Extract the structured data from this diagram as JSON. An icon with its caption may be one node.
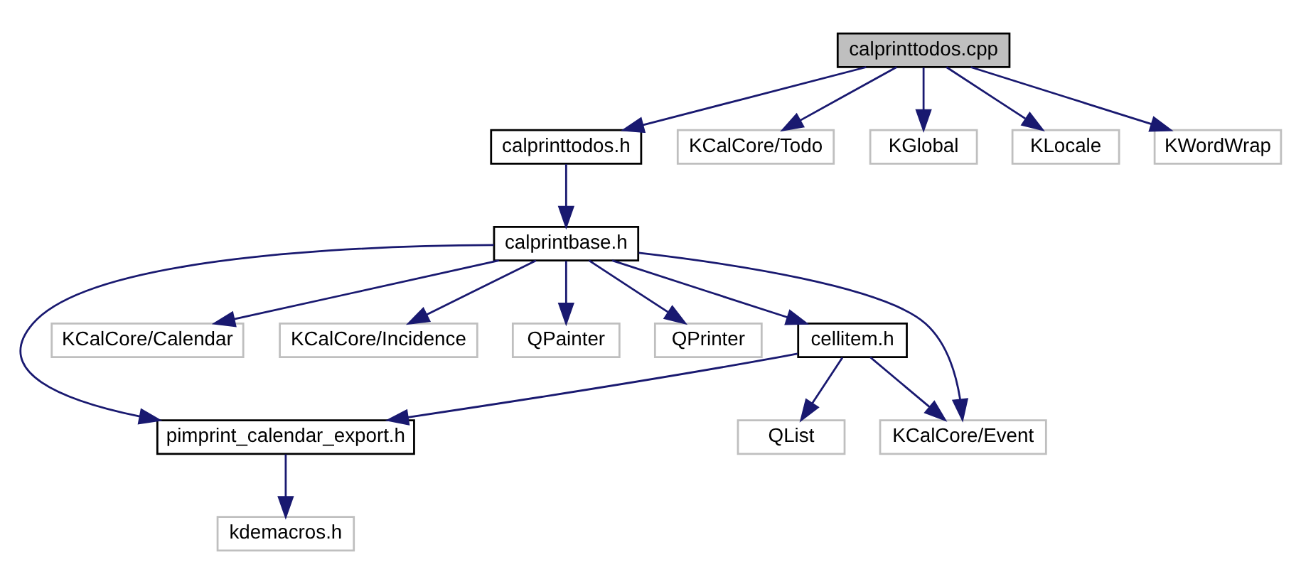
{
  "diagram": {
    "nodes": [
      {
        "text": [
          "calprinttodos.cpp"
        ]
      },
      {
        "text": [
          "calprinttodos.h"
        ]
      },
      {
        "text": [
          "KCalCore/Todo"
        ]
      },
      {
        "text": [
          "KGlobal"
        ]
      },
      {
        "text": [
          "KLocale"
        ]
      },
      {
        "text": [
          "KWordWrap"
        ]
      },
      {
        "text": [
          "calprintbase.h"
        ]
      },
      {
        "text": [
          "cellitem.h"
        ]
      },
      {
        "text": [
          "KCalCore/Calendar"
        ]
      },
      {
        "text": [
          "KCalCore/Incidence"
        ]
      },
      {
        "text": [
          "QPainter"
        ]
      },
      {
        "text": [
          "QPrinter"
        ]
      },
      {
        "text": [
          "pimprint_calendar_export.h"
        ]
      },
      {
        "text": [
          "QList"
        ]
      },
      {
        "text": [
          "KCalCore/Event"
        ]
      },
      {
        "text": [
          "kdemacros.h"
        ]
      }
    ],
    "edges": [
      {
        "from": 0,
        "to": 1,
        "arrow": "to"
      },
      {
        "from": 0,
        "to": 2,
        "arrow": "to"
      },
      {
        "from": 0,
        "to": 3,
        "arrow": "to"
      },
      {
        "from": 0,
        "to": 4,
        "arrow": "to"
      },
      {
        "from": 0,
        "to": 5,
        "arrow": "to"
      },
      {
        "from": 1,
        "to": 6,
        "arrow": "to"
      },
      {
        "from": 6,
        "to": 12,
        "arrow": "to"
      },
      {
        "from": 6,
        "to": 7,
        "arrow": "to"
      },
      {
        "from": 6,
        "to": 14,
        "arrow": "to"
      },
      {
        "from": 6,
        "to": 8,
        "arrow": "to"
      },
      {
        "from": 6,
        "to": 9,
        "arrow": "to"
      },
      {
        "from": 6,
        "to": 10,
        "arrow": "to"
      },
      {
        "from": 6,
        "to": 11,
        "arrow": "to"
      },
      {
        "from": 7,
        "to": 12,
        "arrow": "to"
      },
      {
        "from": 7,
        "to": 13,
        "arrow": "to"
      },
      {
        "from": 7,
        "to": 14,
        "arrow": "to"
      },
      {
        "from": 12,
        "to": 15,
        "arrow": "to"
      }
    ]
  }
}
